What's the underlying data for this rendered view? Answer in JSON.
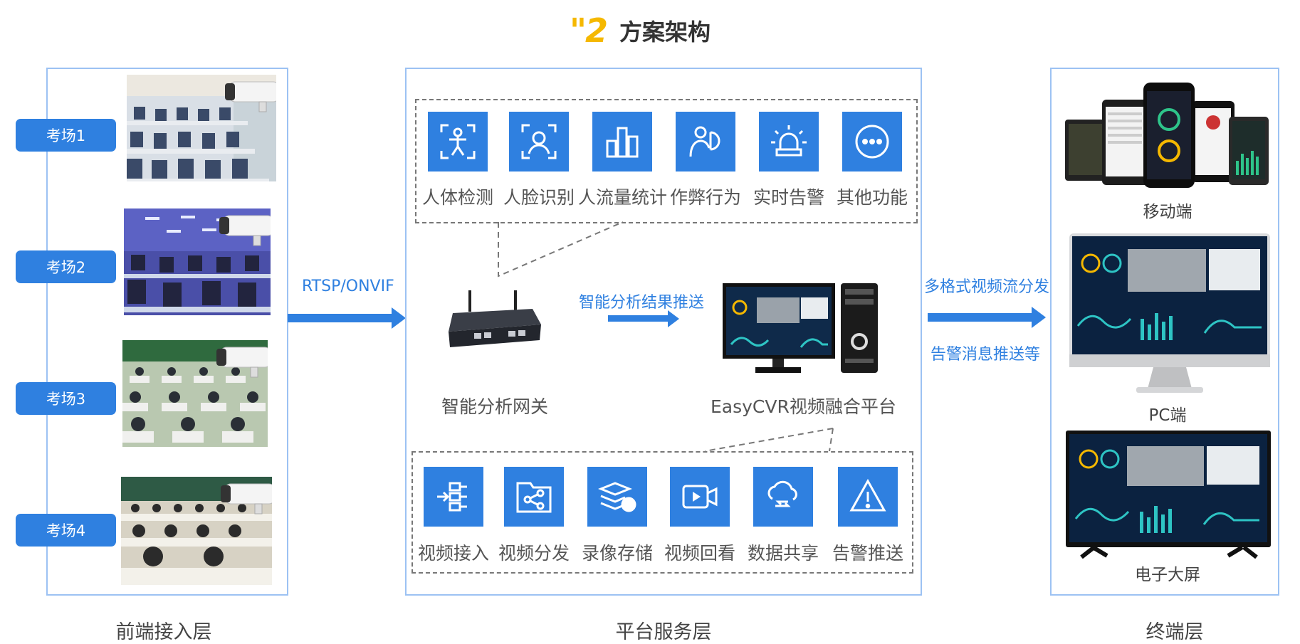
{
  "title": {
    "number": "2",
    "text": "方案架构"
  },
  "layers": {
    "front": "前端接入层",
    "platform": "平台服务层",
    "terminal": "终端层"
  },
  "exam_rooms": [
    "考场1",
    "考场2",
    "考场3",
    "考场4"
  ],
  "links": {
    "protocol": "RTSP/ONVIF",
    "analysis_push": "智能分析结果推送",
    "multi_format": "多格式视频流分发",
    "alarm_push": "告警消息推送等"
  },
  "analysis_functions": [
    {
      "label": "人体检测",
      "icon": "person-scan-icon"
    },
    {
      "label": "人脸识别",
      "icon": "face-scan-icon"
    },
    {
      "label": "人流量统计",
      "icon": "bar-chart-icon"
    },
    {
      "label": "作弊行为",
      "icon": "behavior-icon"
    },
    {
      "label": "实时告警",
      "icon": "alarm-light-icon"
    },
    {
      "label": "其他功能",
      "icon": "more-icon"
    }
  ],
  "platform_functions": [
    {
      "label": "视频接入",
      "icon": "video-access-icon"
    },
    {
      "label": "视频分发",
      "icon": "share-icon"
    },
    {
      "label": "录像存储",
      "icon": "storage-layers-icon"
    },
    {
      "label": "视频回看",
      "icon": "playback-icon"
    },
    {
      "label": "数据共享",
      "icon": "cloud-share-icon"
    },
    {
      "label": "告警推送",
      "icon": "warning-icon"
    }
  ],
  "nodes": {
    "gateway": "智能分析网关",
    "platform": "EasyCVR视频融合平台"
  },
  "terminals": [
    "移动端",
    "PC端",
    "电子大屏"
  ],
  "colors": {
    "accent": "#2f80e0",
    "panel_border": "#9cc2f3",
    "title_mark": "#f5b800"
  }
}
